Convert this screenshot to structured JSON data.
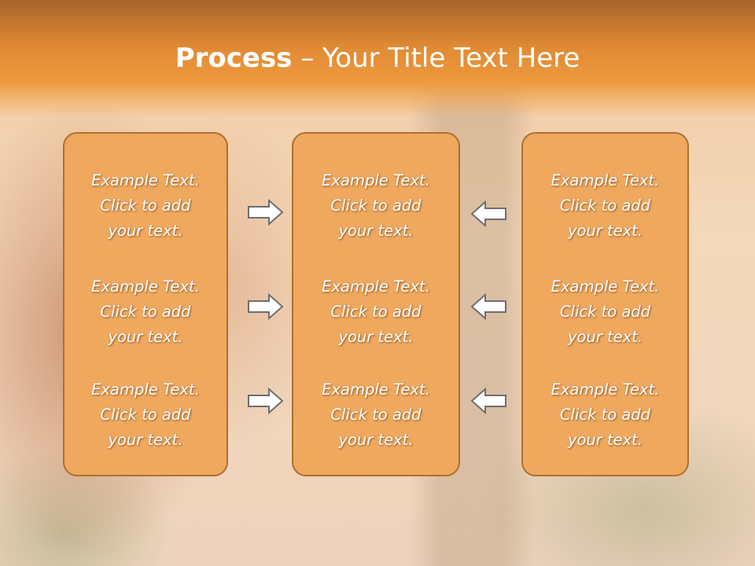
{
  "title": {
    "bold": "Process",
    "rest": " – Your Title Text Here"
  },
  "columns": [
    {
      "items": [
        [
          "Example Text.",
          "Click  to add",
          "your text."
        ],
        [
          "Example Text.",
          "Click  to add",
          "your text."
        ],
        [
          "Example Text.",
          "Click  to add",
          "your text."
        ]
      ]
    },
    {
      "items": [
        [
          "Example Text.",
          "Click  to add",
          "your text."
        ],
        [
          "Example Text.",
          "Click  to add",
          "your text."
        ],
        [
          "Example Text.",
          "Click  to add",
          "your text."
        ]
      ]
    },
    {
      "items": [
        [
          "Example Text.",
          "Click  to add",
          "your text."
        ],
        [
          "Example Text.",
          "Click  to add",
          "your text."
        ],
        [
          "Example Text.",
          "Click  to add",
          "your text."
        ]
      ]
    }
  ],
  "colors": {
    "header": "#e08a34",
    "box_fill": "#efa85e",
    "box_border": "#b06f2e",
    "arrow_stroke": "#6e6e6e"
  },
  "icons": {
    "left_arrows": "arrow-right-icon",
    "right_arrows": "arrow-left-icon"
  }
}
